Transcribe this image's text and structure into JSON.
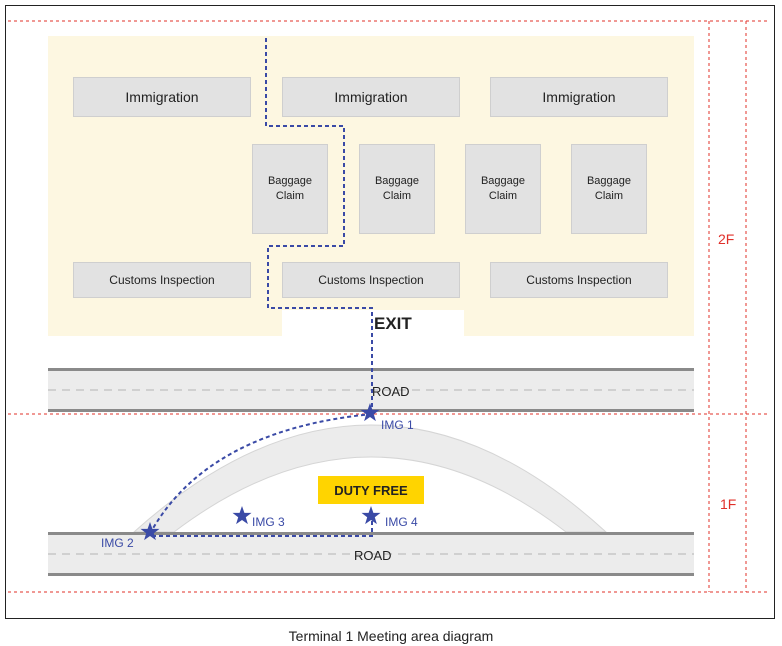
{
  "immigration": [
    "Immigration",
    "Immigration",
    "Immigration"
  ],
  "baggage": [
    "Baggage\nClaim",
    "Baggage\nClaim",
    "Baggage\nClaim",
    "Baggage\nClaim"
  ],
  "customs": [
    "Customs Inspection",
    "Customs Inspection",
    "Customs Inspection"
  ],
  "exit": "EXIT",
  "roads": [
    "ROAD",
    "ROAD"
  ],
  "duty_free": "DUTY FREE",
  "meeting_points": [
    "IMG 1",
    "IMG 2",
    "IMG 3",
    "IMG 4"
  ],
  "floors": [
    "2F",
    "1F"
  ],
  "caption": "Terminal 1 Meeting area diagram",
  "colors": {
    "path": "#3a4aa6",
    "floor_line": "#e0302a",
    "duty_free": "#ffd400",
    "zone": "#fdf7e1"
  }
}
